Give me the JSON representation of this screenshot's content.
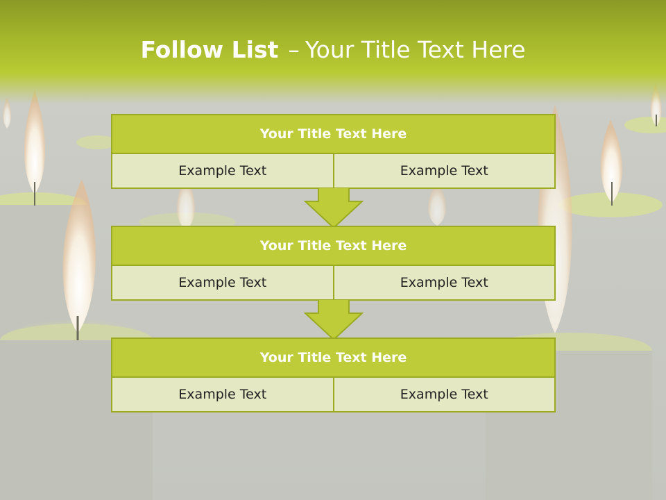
{
  "slide": {
    "title_bold": "Follow List",
    "title_dash": "–",
    "title_rest": "Your Title Text Here"
  },
  "blocks": [
    {
      "title": "Your Title Text Here",
      "left": "Example Text",
      "right": "Example Text"
    },
    {
      "title": "Your Title Text Here",
      "left": "Example Text",
      "right": "Example Text"
    },
    {
      "title": "Your Title Text Here",
      "left": "Example Text",
      "right": "Example Text"
    }
  ],
  "colors": {
    "accent": "#bfcc3a",
    "cell_fill": "#e4e9c4",
    "border": "#9aab22",
    "title_band": "#a3b52a"
  }
}
